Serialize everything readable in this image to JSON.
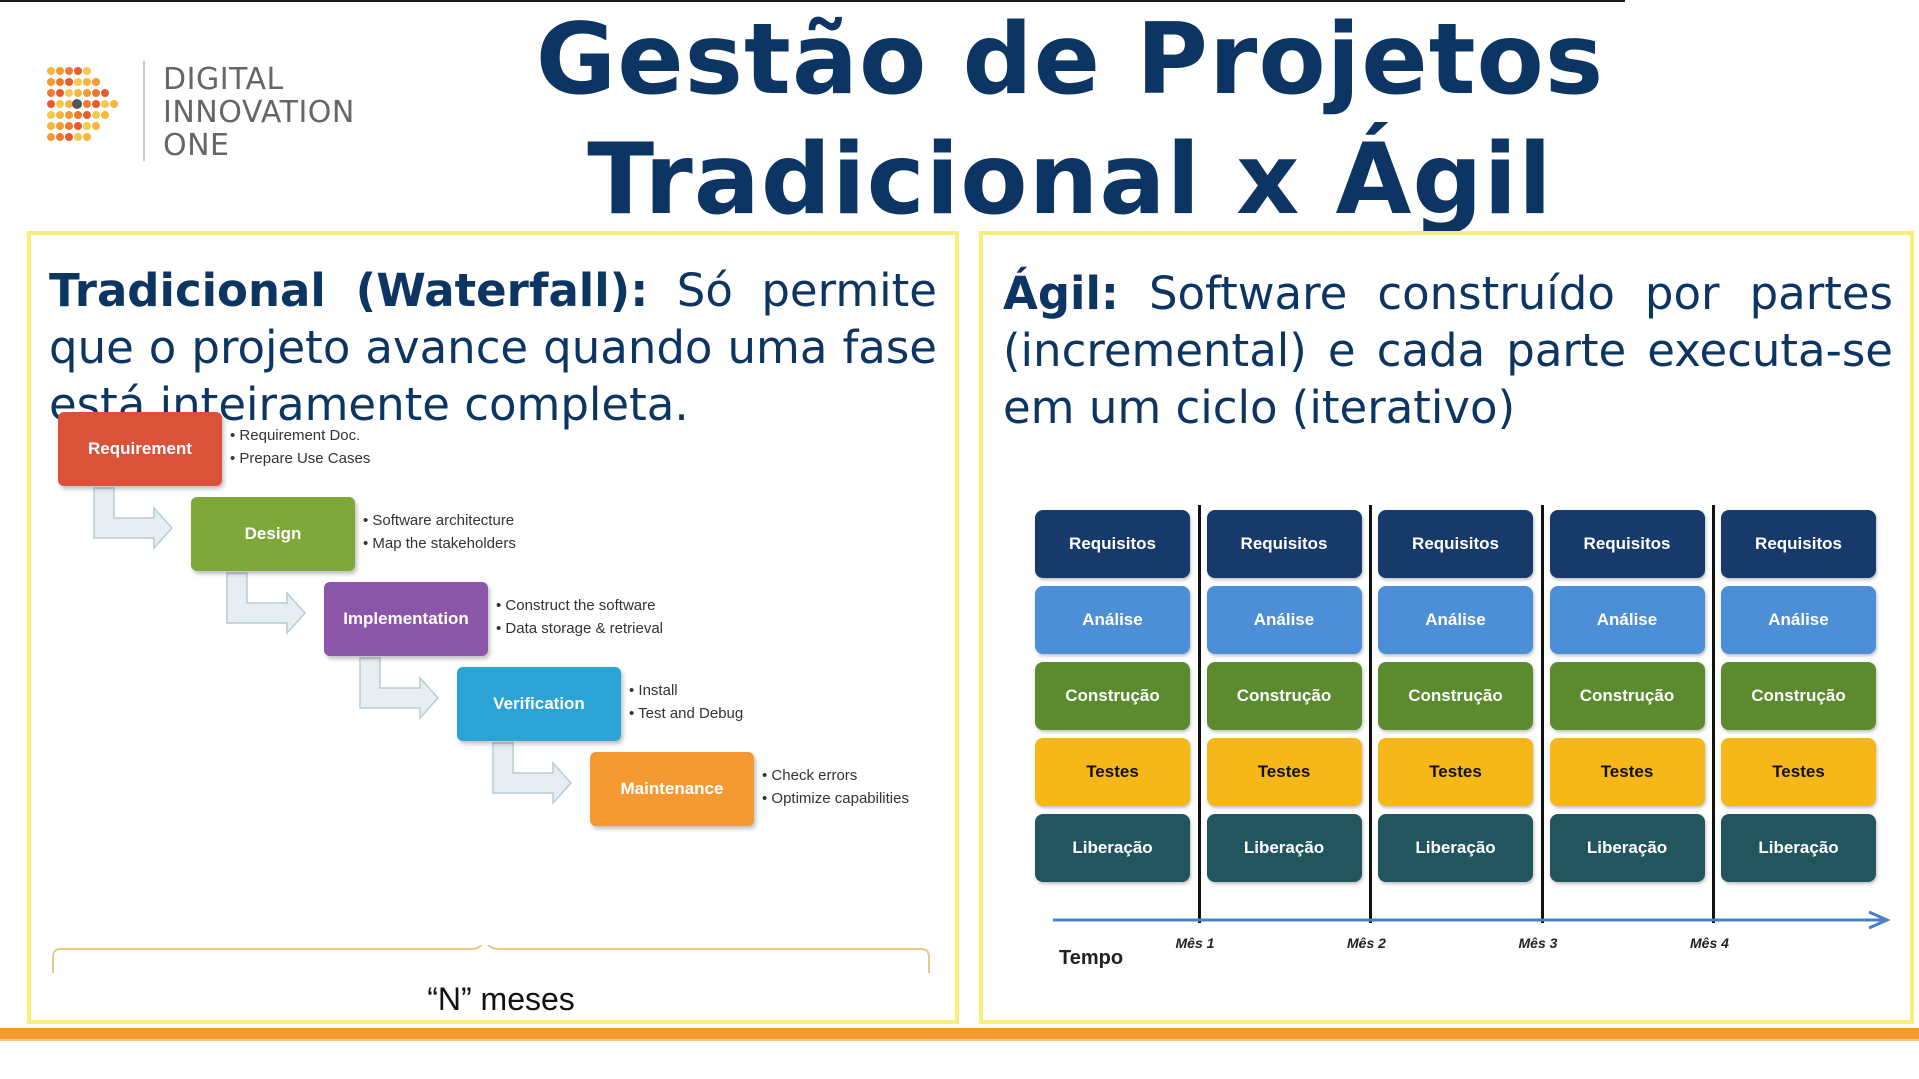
{
  "logo": {
    "name": "logo-digital-innovation-one",
    "lines": [
      "DIGITAL",
      "INNOVATION",
      "ONE"
    ]
  },
  "title": {
    "line1": "Gestão de Projetos",
    "line2": "Tradicional x Ágil"
  },
  "left_panel": {
    "heading": "Tradicional (Waterfall):",
    "text": "Só permite que o projeto avance quando uma fase está inteiramente completa.",
    "phases": [
      {
        "label": "Requirement",
        "color": "#d9533b",
        "notes": [
          "Requirement Doc.",
          "Prepare Use Cases"
        ]
      },
      {
        "label": "Design",
        "color": "#7ea83a",
        "notes": [
          "Software architecture",
          "Map the stakeholders"
        ]
      },
      {
        "label": "Implementation",
        "color": "#8b56a8",
        "notes": [
          "Construct the software",
          "Data storage & retrieval"
        ]
      },
      {
        "label": "Verification",
        "color": "#2ca3d6",
        "notes": [
          "Install",
          "Test and Debug"
        ]
      },
      {
        "label": "Maintenance",
        "color": "#f59a32",
        "notes": [
          "Check errors",
          "Optimize capabilities"
        ]
      }
    ],
    "duration": "“N” meses"
  },
  "right_panel": {
    "heading": "Ágil:",
    "text": "Software construído por partes (incremental) e cada parte executa-se em um ciclo (iterativo)",
    "rows": [
      {
        "label": "Requisitos",
        "color": "#173a6b"
      },
      {
        "label": "Análise",
        "color": "#4d8fd6"
      },
      {
        "label": "Construção",
        "color": "#5c8a2e"
      },
      {
        "label": "Testes",
        "color": "#f6b818"
      },
      {
        "label": "Liberação",
        "color": "#23555e"
      }
    ],
    "columns": 5,
    "months": [
      "Mês 1",
      "Mês 2",
      "Mês 3",
      "Mês 4"
    ],
    "axis_label": "Tempo"
  },
  "colors": {
    "title": "#0d3563",
    "panel_border": "#f6ef7a",
    "bottom_bar": "#f29a2e"
  }
}
